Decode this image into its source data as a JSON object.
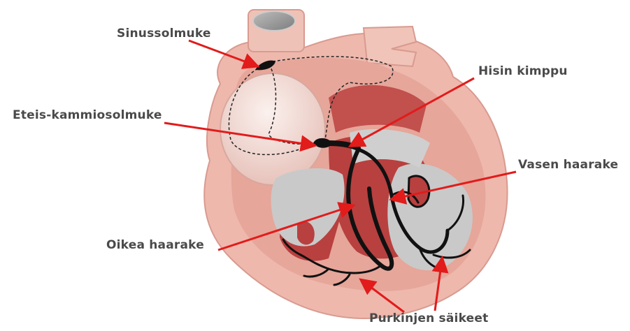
{
  "diagram": {
    "labels": {
      "sinus_node": "Sinussolmuke",
      "av_node": "Eteis-kammiosolmuke",
      "his_bundle": "Hisin kimppu",
      "left_bundle_branch": "Vasen haarake",
      "right_bundle_branch": "Oikea haarake",
      "purkinje_fibers": "Purkinjen säikeet"
    },
    "colors": {
      "heart_outer": "#eeb8ad",
      "heart_wall": "#e39e92",
      "heart_muscle_dark": "#b8403f",
      "chamber_grey": "#c9c9c9",
      "atrium_light": "#f6e0dc",
      "conduction": "#111111",
      "arrow": "#e21b1b",
      "label_text": "#4a4a4a"
    }
  }
}
